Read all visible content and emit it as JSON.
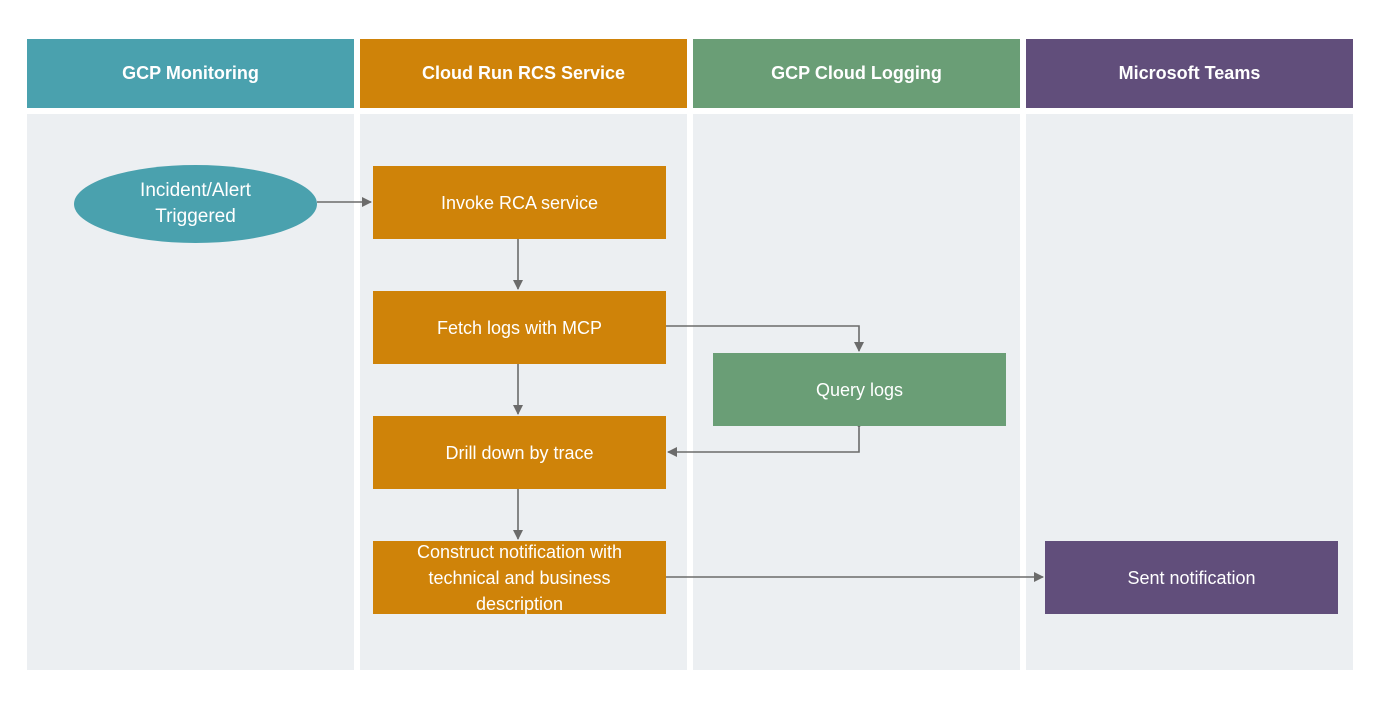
{
  "lanes": [
    {
      "title": "GCP Monitoring",
      "color": "#4aa1ae"
    },
    {
      "title": "Cloud Run RCS Service",
      "color": "#cf8309"
    },
    {
      "title": "GCP Cloud Logging",
      "color": "#6a9e76"
    },
    {
      "title": "Microsoft Teams",
      "color": "#614e7b"
    }
  ],
  "nodes": {
    "start": "Incident/Alert Triggered",
    "invoke": "Invoke RCA service",
    "fetch": "Fetch logs with MCP",
    "drill": "Drill down by trace",
    "construct": "Construct notification with technical and business description",
    "query": "Query logs",
    "sent": "Sent notification"
  },
  "colors": {
    "lane_background": "#eceff2",
    "arrow": "#6b6b6b"
  }
}
